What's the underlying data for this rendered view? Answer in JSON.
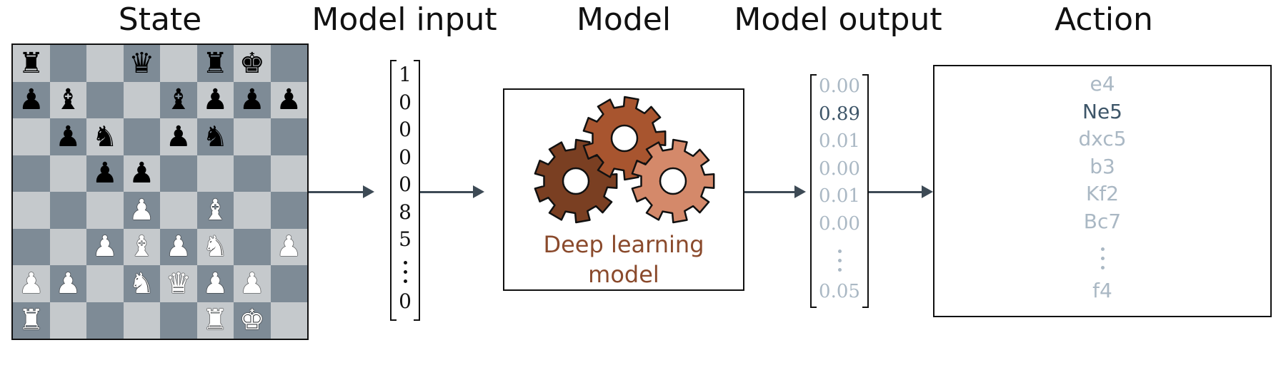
{
  "titles": {
    "state": "State",
    "model_input": "Model input",
    "model": "Model",
    "model_output": "Model output",
    "action": "Action"
  },
  "board": [
    [
      "r",
      "",
      "",
      "q",
      "",
      "r",
      "k",
      ""
    ],
    [
      "p",
      "b",
      "",
      "",
      "b",
      "p",
      "p",
      "p"
    ],
    [
      "",
      "p",
      "n",
      "",
      "p",
      "n",
      "",
      ""
    ],
    [
      "",
      "",
      "p",
      "p",
      "",
      "",
      "",
      ""
    ],
    [
      "",
      "",
      "",
      "P",
      "",
      "B",
      "",
      ""
    ],
    [
      "",
      "",
      "P",
      "B",
      "P",
      "N",
      "",
      "P"
    ],
    [
      "P",
      "P",
      "",
      "N",
      "Q",
      "P",
      "P",
      ""
    ],
    [
      "R",
      "",
      "",
      "",
      "",
      "R",
      "K",
      ""
    ]
  ],
  "model_input": {
    "values": [
      "1",
      "0",
      "0",
      "0",
      "0",
      "8",
      "5"
    ],
    "last": "0"
  },
  "model": {
    "label_line1": "Deep learning",
    "label_line2": "model",
    "gear_colors": [
      "#7a3f22",
      "#a8552f",
      "#d4896a"
    ]
  },
  "model_output": {
    "values": [
      "0.00",
      "0.89",
      "0.01",
      "0.00",
      "0.01",
      "0.00"
    ],
    "last": "0.05",
    "highlight_index": 1
  },
  "action": {
    "moves": [
      "e4",
      "Ne5",
      "dxc5",
      "b3",
      "Kf2",
      "Bc7"
    ],
    "last": "f4",
    "highlight_index": 1
  },
  "colors": {
    "board_light": "#c5c9cc",
    "board_dark": "#7e8b96",
    "arrow": "#3d4a55",
    "highlight_text": "#3d5568",
    "faded_text": "#aab8c4"
  }
}
